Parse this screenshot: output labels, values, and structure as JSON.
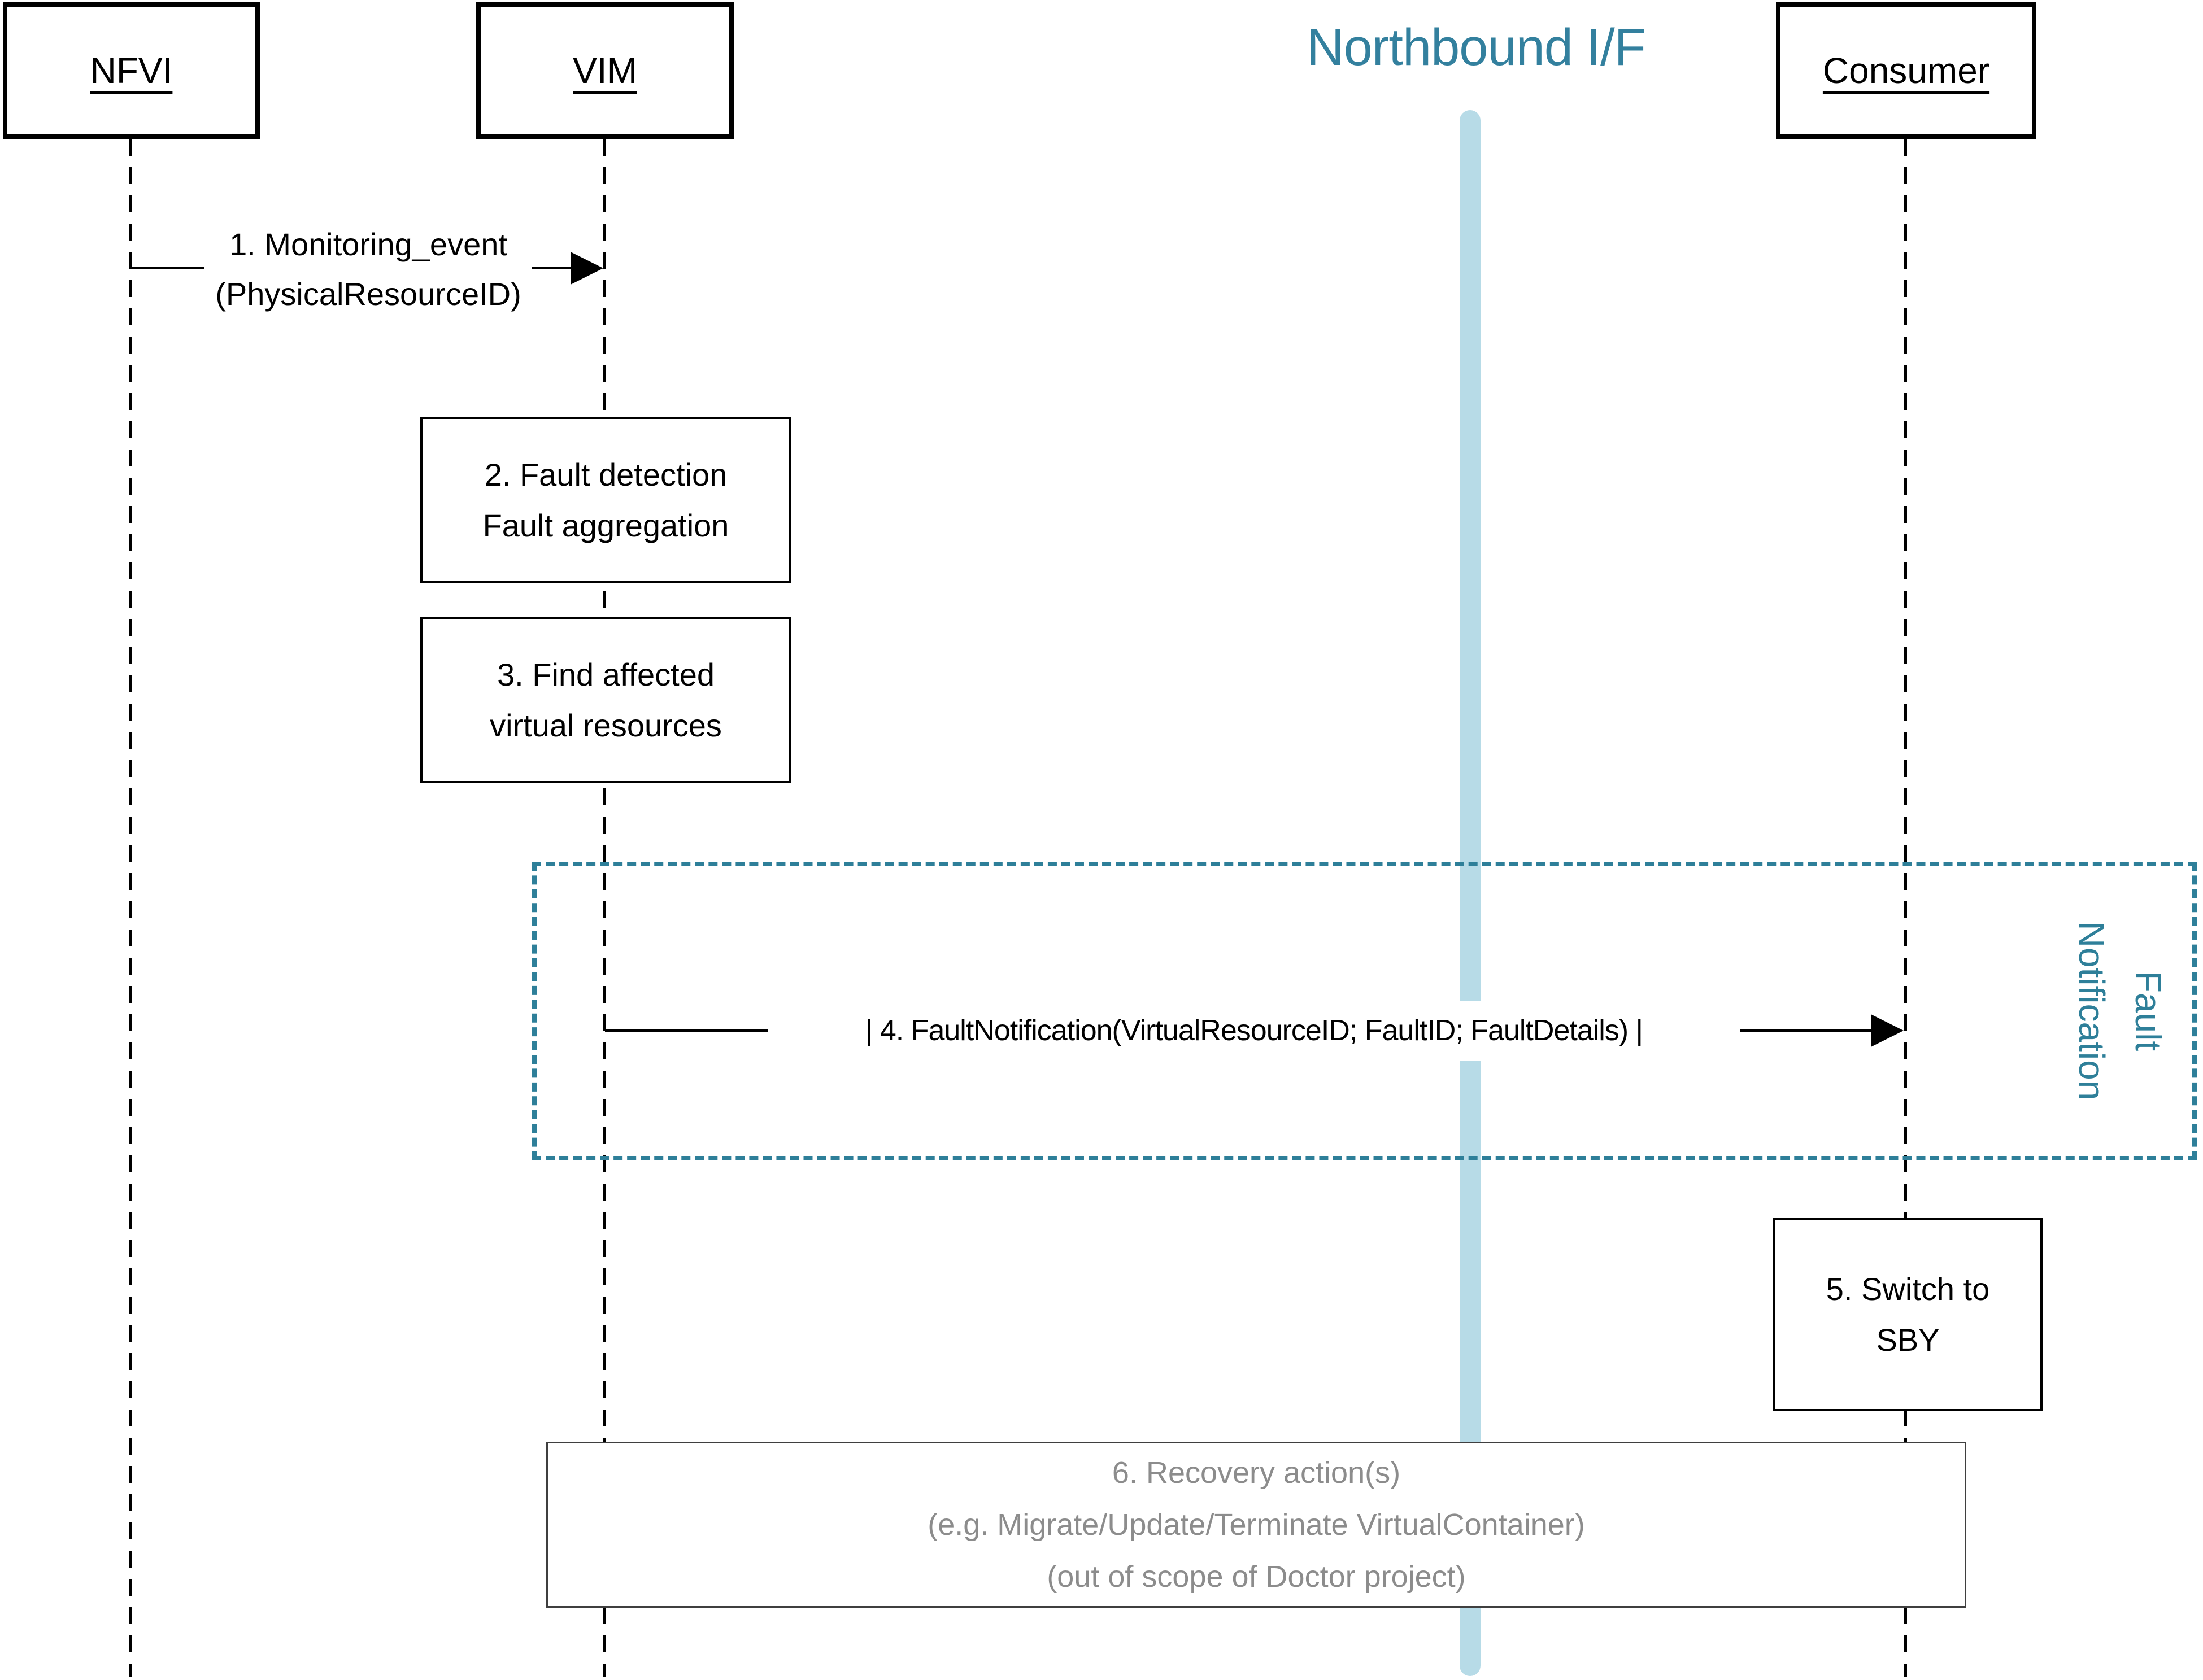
{
  "title": "Northbound I/F",
  "actors": [
    {
      "name": "NFVI"
    },
    {
      "name": "VIM"
    },
    {
      "name": "Consumer"
    }
  ],
  "messages": {
    "monitoring_event": {
      "line1": "1. Monitoring_event",
      "line2": "(PhysicalResourceID)"
    },
    "fault_notification": {
      "label": "| 4. FaultNotification(VirtualResourceID; FaultID; FaultDetails) |"
    }
  },
  "activities": {
    "fault_detection": {
      "line1": "2. Fault detection",
      "line2": "Fault aggregation"
    },
    "find_affected": {
      "line1": "3. Find affected",
      "line2": "virtual resources"
    },
    "switch_to_sby": {
      "line1": "5. Switch to",
      "line2": "SBY"
    },
    "recovery_action": {
      "line1": "6. Recovery action(s)",
      "line2": "(e.g. Migrate/Update/Terminate VirtualContainer)",
      "line3": "(out of scope of Doctor project)"
    }
  },
  "frame": {
    "label_line1": "Fault",
    "label_line2": "Notification"
  },
  "colors": {
    "teal_accent": "#2e7f99",
    "title_teal": "#33809e",
    "northbound_bar_blue": "#b7dbe7",
    "recovery_text_gray": "#8c8c8c"
  }
}
